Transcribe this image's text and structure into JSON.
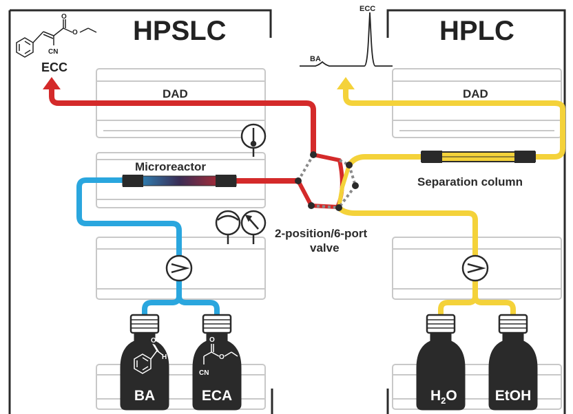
{
  "titles": {
    "left": "HPSLC",
    "right": "HPLC"
  },
  "modules": {
    "dad_left": "DAD",
    "dad_right": "DAD",
    "microreactor": "Microreactor",
    "separation_column": "Separation column",
    "valve_line1": "2-position/6-port",
    "valve_line2": "valve"
  },
  "product": {
    "label": "ECC",
    "cn": "CN"
  },
  "chromatogram": {
    "peak_small": "BA",
    "peak_large": "ECC"
  },
  "bottles": {
    "ba": "BA",
    "eca": "ECA",
    "eca_cn": "CN",
    "water_main": "H",
    "water_sub": "2",
    "water_tail": "O",
    "ethanol": "EtOH"
  },
  "colors": {
    "red": "#d42a2a",
    "blue": "#2aa6de",
    "yellow": "#f4d23a",
    "dark": "#2a2a2a",
    "gray": "#8a8a8a"
  }
}
